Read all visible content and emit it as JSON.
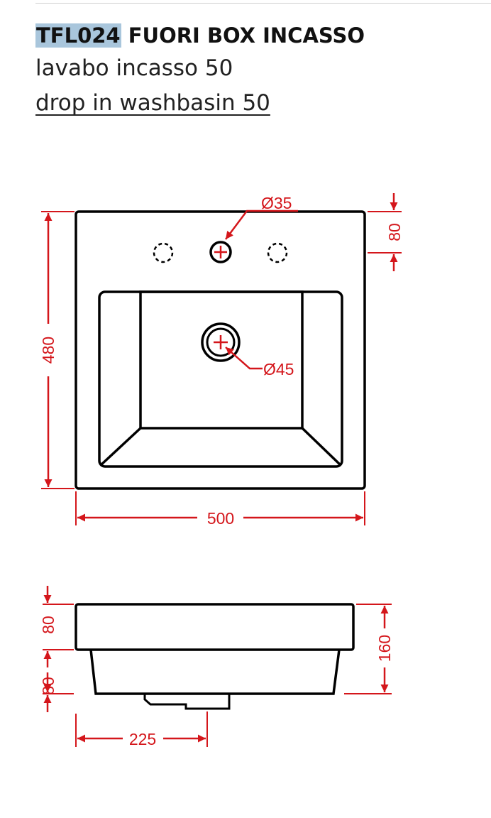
{
  "header": {
    "code": "TFL024",
    "name": "FUORI BOX INCASSO",
    "subtitle_it": "lavabo incasso 50",
    "subtitle_en": "drop in washbasin 50"
  },
  "top_view": {
    "width": "500",
    "depth": "480",
    "tap_offset": "80",
    "tap_hole": "Ø35",
    "drain_hole": "Ø45"
  },
  "side_view": {
    "top_thickness": "80",
    "bowl_depth": "80",
    "total_height": "160",
    "drain_position": "225"
  },
  "colors": {
    "dimension": "#d4161b",
    "outline": "#000000",
    "code_highlight": "#a9c6dc"
  }
}
